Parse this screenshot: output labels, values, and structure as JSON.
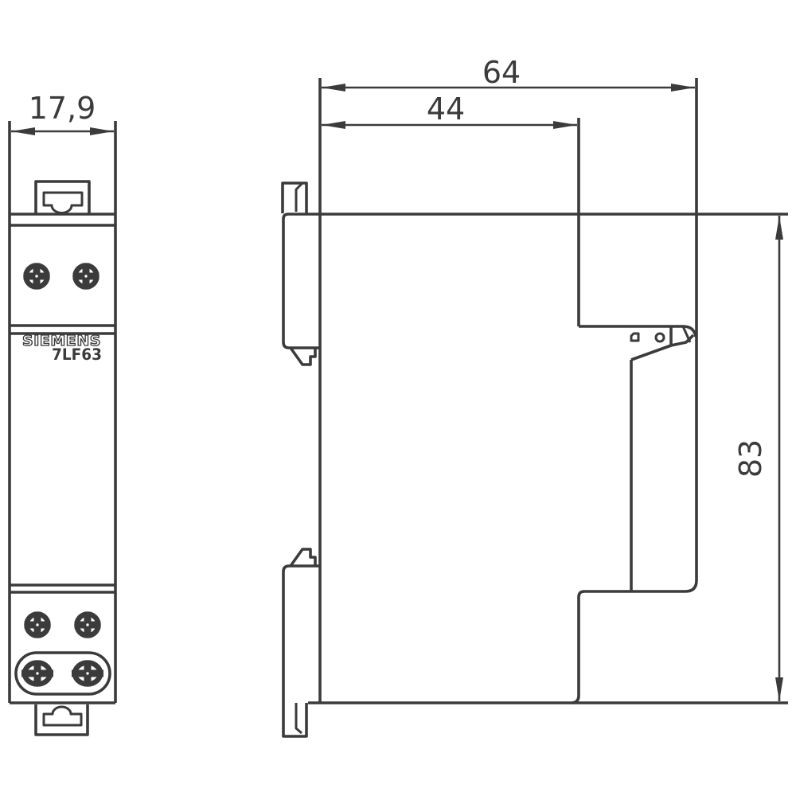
{
  "front_view": {
    "brand_label": "SIEMENS",
    "model_label": "7LF63",
    "width_dimension": "17,9"
  },
  "side_view": {
    "total_depth_dimension": "64",
    "upper_depth_dimension": "44",
    "height_dimension": "83"
  },
  "colors": {
    "line": "#3b3b3b",
    "background": "#ffffff"
  }
}
